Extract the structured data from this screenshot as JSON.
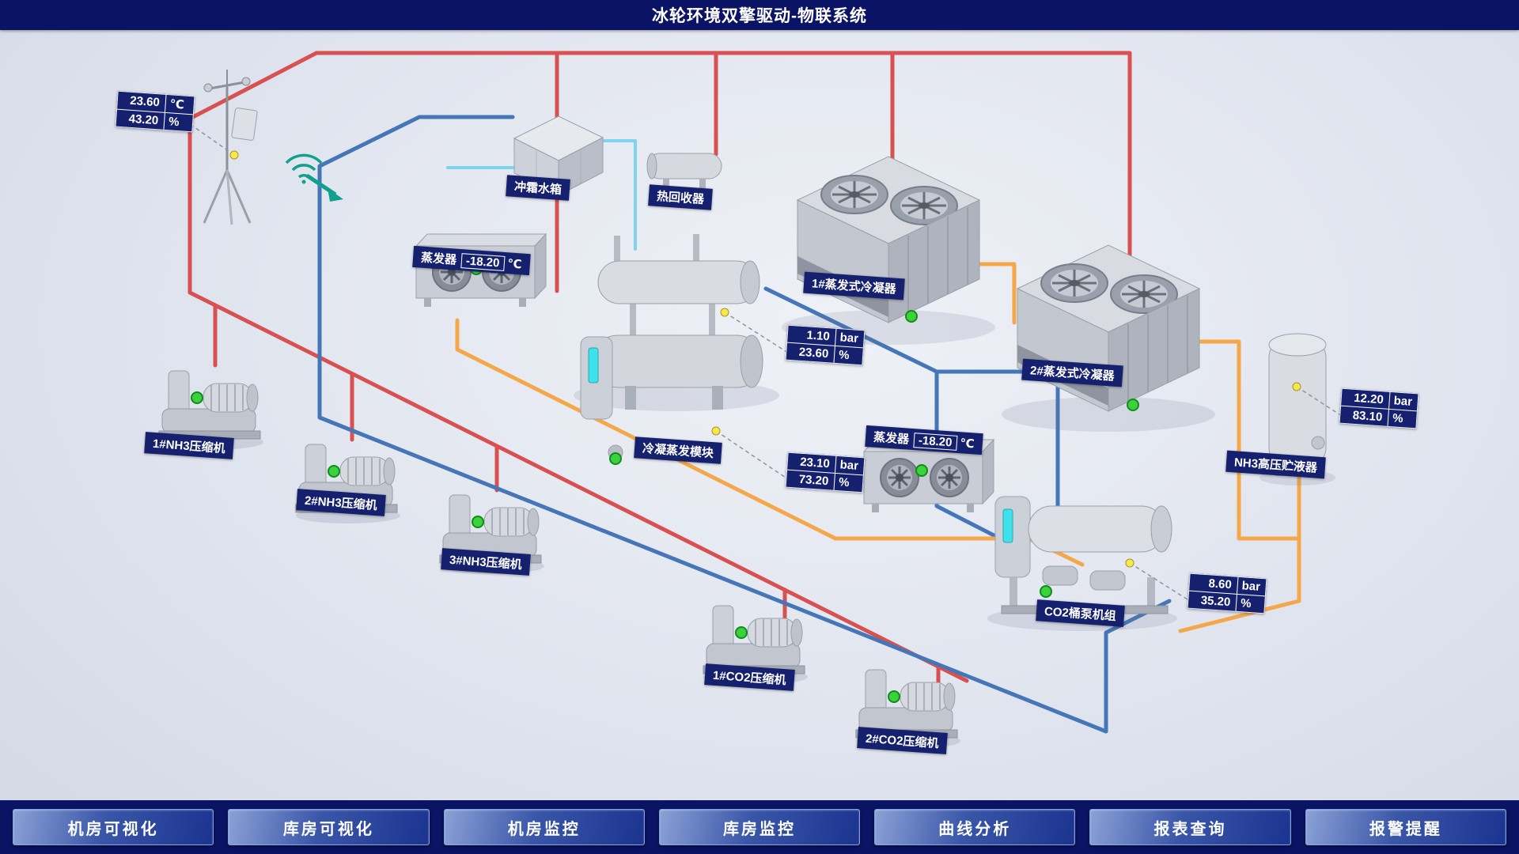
{
  "header": {
    "title": "冰轮环境双擎驱动-物联系统"
  },
  "weather": {
    "temp": "23.60",
    "temp_unit": "℃",
    "humidity": "43.20",
    "humidity_unit": "%"
  },
  "equipment": {
    "defrost_tank": {
      "label": "冲霜水箱"
    },
    "heat_recovery": {
      "label": "热回收器"
    },
    "evaporator_left": {
      "label": "蒸发器",
      "value": "-18.20",
      "unit": "℃"
    },
    "evaporator_right": {
      "label": "蒸发器",
      "value": "-18.20",
      "unit": "℃"
    },
    "condenser_1": {
      "label": "1#蒸发式冷凝器"
    },
    "condenser_2": {
      "label": "2#蒸发式冷凝器"
    },
    "cond_evap_module": {
      "label": "冷凝蒸发模块"
    },
    "nh3_receiver": {
      "label": "NH3高压贮液器"
    },
    "co2_pump_unit": {
      "label": "CO2桶泵机组"
    },
    "nh3_compressor_1": {
      "label": "1#NH3压缩机"
    },
    "nh3_compressor_2": {
      "label": "2#NH3压缩机"
    },
    "nh3_compressor_3": {
      "label": "3#NH3压缩机"
    },
    "co2_compressor_1": {
      "label": "1#CO2压缩机"
    },
    "co2_compressor_2": {
      "label": "2#CO2压缩机"
    }
  },
  "callouts": {
    "module_top": {
      "v1": "1.10",
      "u1": "bar",
      "v2": "23.60",
      "u2": "%"
    },
    "module_bottom": {
      "v1": "23.10",
      "u1": "bar",
      "v2": "73.20",
      "u2": "%"
    },
    "nh3_receiver": {
      "v1": "12.20",
      "u1": "bar",
      "v2": "83.10",
      "u2": "%"
    },
    "co2_pump": {
      "v1": "8.60",
      "u1": "bar",
      "v2": "35.20",
      "u2": "%"
    }
  },
  "nav": {
    "items": [
      {
        "label": "机房可视化"
      },
      {
        "label": "库房可视化"
      },
      {
        "label": "机房监控"
      },
      {
        "label": "库房监控"
      },
      {
        "label": "曲线分析"
      },
      {
        "label": "报表查询"
      },
      {
        "label": "报警提醒"
      }
    ]
  },
  "colors": {
    "header_bg": "#0b1464",
    "pipe_red": "#d95050",
    "pipe_blue": "#4577b8",
    "pipe_orange": "#f4a84b",
    "pipe_cyan": "#7fd3ee",
    "status_green": "#3bd33b",
    "measure_yellow": "#f7e84e",
    "tag_navy": "#15216e"
  }
}
